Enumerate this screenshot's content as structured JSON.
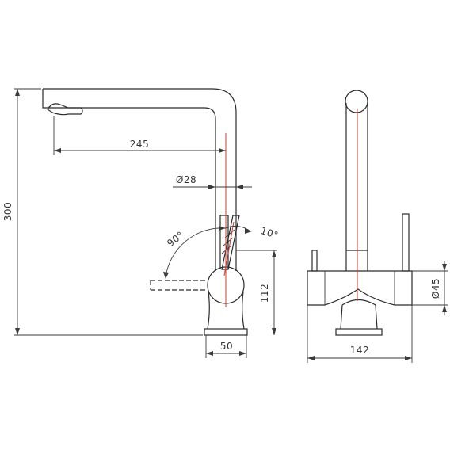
{
  "diagram": {
    "colors": {
      "line": "#2b2b2b",
      "axis": "#d23b2b",
      "text": "#333333"
    },
    "dimensions": {
      "height_total": "300",
      "spout_reach": "245",
      "spout_diameter": "Ø28",
      "handle_rotation": "90°",
      "handle_tilt": "10°",
      "body_height": "112",
      "base_width": "50",
      "body_diameter": "Ø45",
      "overall_width": "142"
    }
  }
}
